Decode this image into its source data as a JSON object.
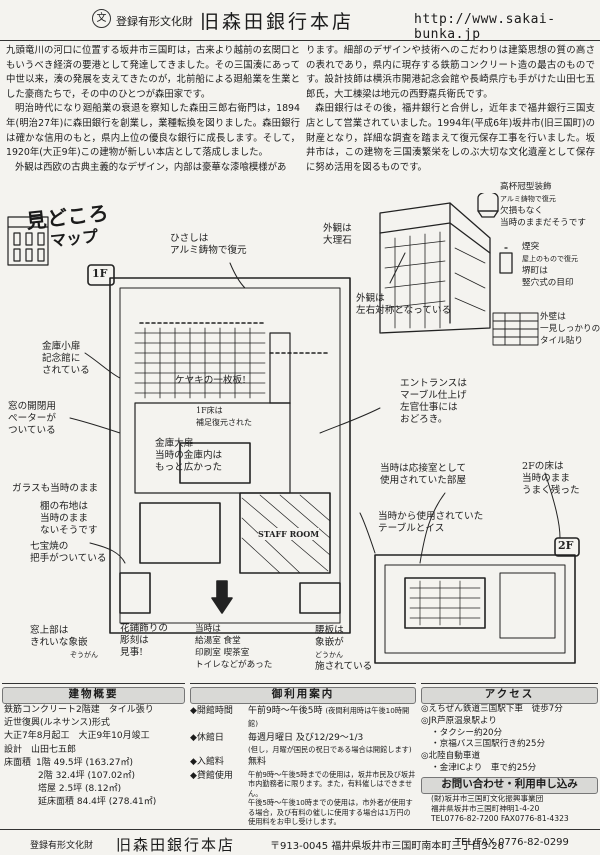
{
  "header": {
    "crest": "文",
    "subtitle": "登録有形文化財",
    "title": "旧森田銀行本店",
    "url": "http://www.sakai-bunka.jp"
  },
  "intro": {
    "left": [
      "九頭竜川の河口に位置する坂井市三国町は，古来より越前の玄関口ともいうべき経済の要港として発達してきました。その三国湊にあって中世以来，湊の発展を支えてきたのが，北前船による廻船業を生業とした豪商たちで，その中のひとつが森田家です。",
      "明治時代になり廻船業の衰退を察知した森田三郎右衛門は，1894年(明治27年)に森田銀行を創業し，業種転換を図りました。森田銀行は確かな信用のもと，県内上位の優良な銀行に成長します。そして，1920年(大正9年)この建物が新しい本店として落成しました。",
      "外観は西欧の古典主義的なデザイン，内部は豪華な漆喰模様があ"
    ],
    "right": [
      "ります。細部のデザインや技術へのこだわりは建築思想の質の高さの表れであり，県内に現存する鉄筋コンクリート造の最古のものです。設計技師は横浜市開港記念会館や長崎県庁も手がけた山田七五郎氏，大工棟梁は地元の西野嘉兵衛氏です。",
      "森田銀行はその後，福井銀行と合併し，近年まで福井銀行三国支店として営業されていました。1994年(平成6年)坂井市(旧三国町)の財産となり，詳細な調査を踏まえて復元保存工事を行いました。坂井市は，この建物を三国湊繁栄をしのぶ大切な文化遺産として保存に努め活用を図るものです。"
    ]
  },
  "map": {
    "title_line1": "見どころ",
    "title_line2": "マップ",
    "notes": {
      "ceiling": [
        "ひさしは",
        "アルミ鋳物で復元"
      ],
      "exterior_material": [
        "外観は",
        "大理石"
      ],
      "decoration": [
        "高杯冠型装飾",
        "アルミ鋳物で復元",
        "欠損もなく",
        "当時のままだそうです"
      ],
      "chimney": [
        "煙突",
        "屋上のもので復元",
        "堺町は",
        "竪穴式の目印"
      ],
      "symmetry": [
        "外観は",
        "左右対称となっている"
      ],
      "tile": [
        "外壁は",
        "一見しっかりの",
        "タイル貼り"
      ],
      "vault_small": [
        "金庫小扉",
        "記念館に",
        "されている"
      ],
      "keyaki": [
        "ケヤキの一枚板!"
      ],
      "restored_note": [
        "1F床は",
        "補足復元された"
      ],
      "entrance": [
        "エントランスは",
        "マーブル仕上げ",
        "左官仕事には",
        "おどろき。"
      ],
      "window": [
        "窓の開閉用",
        "ぺーターが",
        "ついている"
      ],
      "vault_large": [
        "金庫大扉",
        "当時の金庫内は",
        "もっと広かった"
      ],
      "glass": [
        "ガラスも当時のまま"
      ],
      "shelf": [
        "棚の布地は",
        "当時のまま",
        "ないそうです"
      ],
      "partition": [
        "当時は応接室として",
        "使用されていた部屋"
      ],
      "floor2": [
        "2Fの床は",
        "当時のまま",
        "うまく残った"
      ],
      "furniture": [
        "当時から使用されていた",
        "テーブルとイス"
      ],
      "seven": [
        "七宝焼の",
        "把手がついている"
      ],
      "window_frame": [
        "窓上部は",
        "きれいな象嵌"
      ],
      "flower": [
        "花鋪飾りの",
        "彫刻は",
        "見事!"
      ],
      "baseboard": [
        "腰板は",
        "象嵌が",
        "施されている"
      ],
      "sub_dokan": "どうかん",
      "sub_zougan": "ぞうがん",
      "below_labels": [
        "当時は",
        "給湯室 食堂",
        "印刷室 喫茶室",
        "トイレなどがあった"
      ],
      "floor_tag_1f": "1F",
      "floor_tag_2f": "2F",
      "staff_sign": "STAFF ROOM"
    }
  },
  "building": {
    "heading": "建物概要",
    "rows": [
      "鉄筋コンクリート2階建　タイル張り",
      "近世復興(ルネサンス)形式",
      "大正7年8月起工　大正9年10月竣工",
      "設計　山田七五郎"
    ],
    "floor_label": "床面積",
    "floors": [
      "1階 49.5坪 (163.27㎡)",
      "2階 32.4坪 (107.02㎡)",
      "塔屋 2.5坪 (8.12㎡)",
      "延床面積 84.4坪 (278.41㎡)"
    ]
  },
  "usage": {
    "heading": "御利用案内",
    "open_label": "◆開館時間",
    "open_value": "午前9時～午後5時",
    "open_note": "(夜間利用時は午後10時開館)",
    "closed_label": "◆休館日",
    "closed_value": "毎週月曜日 及び12/29～1/3",
    "closed_note": "(但し，月曜が国民の祝日である場合は開館します)",
    "fee_label": "◆入館料",
    "fee_value": "無料",
    "rent_label": "◆貸館使用",
    "rent_value": "午前9時～午後5時までの使用は，坂井市民及び坂井市内勤務者に限ります。また，有料催しはできません。",
    "rent_note": "午後5時～午後10時までの使用は，市外者が使用する場合，及び有料の催しに使用する場合は1万円の使用料をお申し受けします。"
  },
  "access": {
    "heading": "アクセス",
    "lines": [
      "◎えちぜん鉄道三国駅下車　徒歩7分",
      "◎JR芦原温泉駅より",
      "・タクシー約20分",
      "・京福バス三国駅行き約25分",
      "◎北陸自動車道",
      "・金津ICより　車で約25分"
    ],
    "contact_heading": "お問い合わせ・利用申し込み",
    "contact": [
      "(財)坂井市三国町文化振興事業団",
      "福井県坂井市三国町神明1-4-20",
      "TEL0776-82-7200  FAX0776-81-4323"
    ]
  },
  "footer": {
    "subtitle": "登録有形文化財",
    "title": "旧森田銀行本店",
    "address": "〒913-0045 福井県坂井市三国町南本町三丁目3-26",
    "tel": "TEL/FAX 0776-82-0299"
  }
}
